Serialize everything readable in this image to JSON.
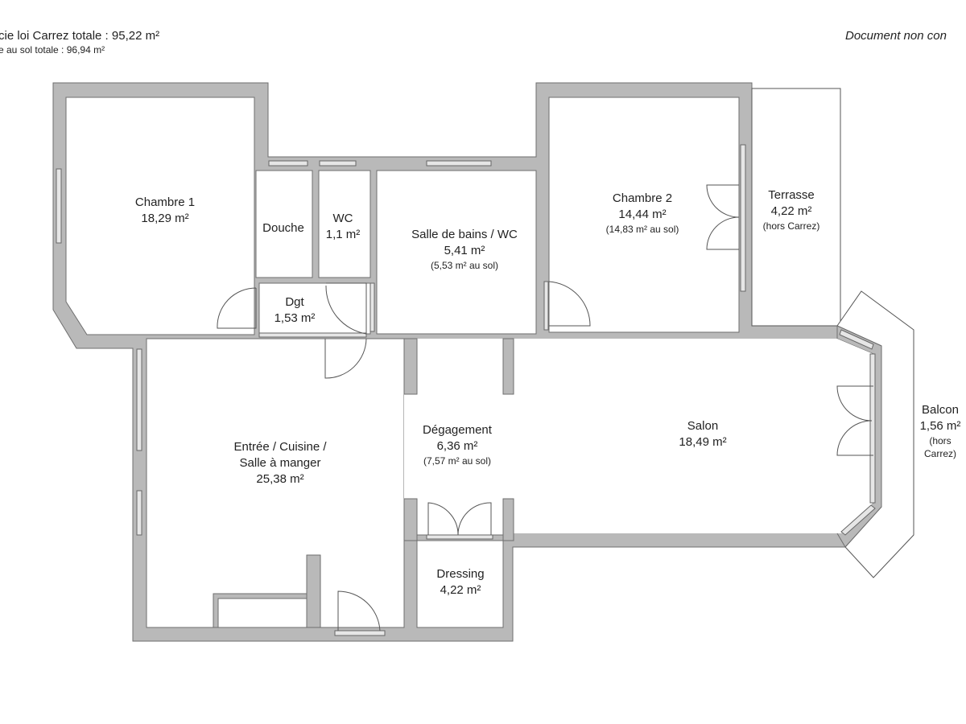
{
  "header": {
    "carrez_total": "cie loi Carrez totale :  95,22 m²",
    "sol_total": "e au sol totale :  96,94 m²",
    "disclaimer": "Document non con"
  },
  "colors": {
    "wall": "#b9b9b9",
    "wall_outline": "#6e6e6e",
    "line": "#555555"
  },
  "rooms": {
    "chambre1": {
      "name": "Chambre 1",
      "area": "18,29 m²"
    },
    "douche": {
      "name": "Douche"
    },
    "wc": {
      "name": "WC",
      "area": "1,1 m²"
    },
    "sdb": {
      "name": "Salle de bains / WC",
      "area": "5,41 m²",
      "note": "(5,53 m² au sol)"
    },
    "dgt": {
      "name": "Dgt",
      "area": "1,53 m²"
    },
    "chambre2": {
      "name": "Chambre 2",
      "area": "14,44 m²",
      "note": "(14,83 m² au sol)"
    },
    "terrasse": {
      "name": "Terrasse",
      "area": "4,22 m²",
      "note": "(hors Carrez)"
    },
    "entree": {
      "name1": "Entrée / Cuisine /",
      "name2": "Salle à manger",
      "area": "25,38 m²"
    },
    "degagement": {
      "name": "Dégagement",
      "area": "6,36 m²",
      "note": "(7,57 m² au sol)"
    },
    "salon": {
      "name": "Salon",
      "area": "18,49 m²"
    },
    "balcon": {
      "name": "Balcon",
      "area": "1,56 m²",
      "note1": "(hors",
      "note2": "Carrez)"
    },
    "dressing": {
      "name": "Dressing",
      "area": "4,22 m²"
    }
  }
}
